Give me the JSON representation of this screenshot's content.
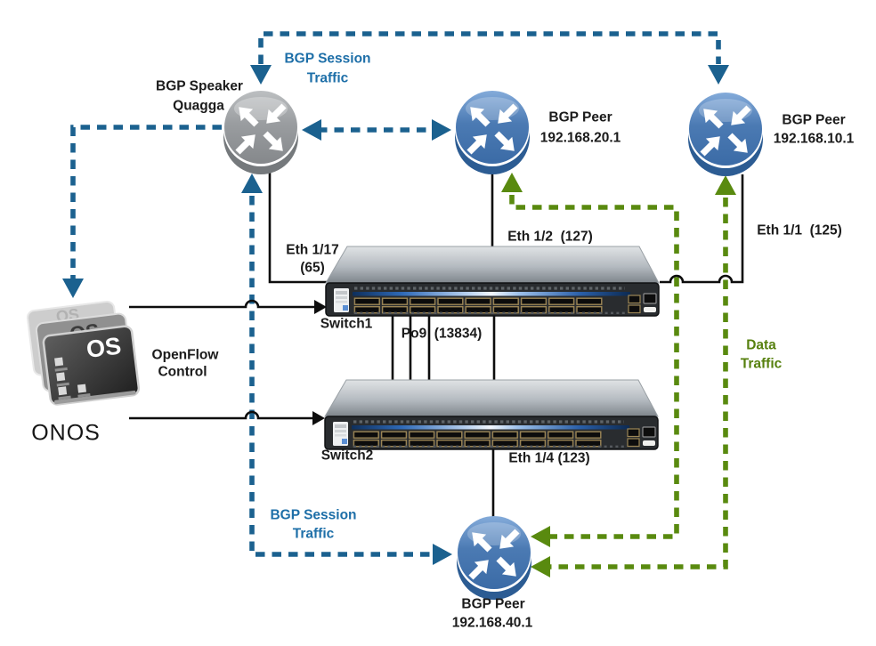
{
  "colors": {
    "bgp_session_blue": "#1b618f",
    "blue_label_text": "#1e6fa8",
    "data_traffic_green": "#598a0f",
    "green_label_text": "#56800e",
    "router_blue": "#4b7ab3",
    "router_gray": "#9a9da0",
    "switch_stripe_blue": "#3f7fd0"
  },
  "nodes": {
    "onos": {
      "label": "ONOS",
      "card_text": "OS"
    },
    "bgp_speaker": {
      "line1": "BGP Speaker",
      "line2": "Quagga"
    },
    "bgp_peer_20": {
      "line1": "BGP Peer",
      "line2": "192.168.20.1"
    },
    "bgp_peer_10": {
      "line1": "BGP Peer",
      "line2": "192.168.10.1"
    },
    "bgp_peer_40": {
      "line1": "BGP Peer",
      "line2": "192.168.40.1"
    },
    "switch1": {
      "label": "Switch1"
    },
    "switch2": {
      "label": "Switch2"
    }
  },
  "ports": {
    "eth_1_17": {
      "line1": "Eth 1/17",
      "line2": "(65)"
    },
    "eth_1_2": "Eth 1/2  (127)",
    "eth_1_1": "Eth 1/1  (125)",
    "po9": "Po9  (13834)",
    "eth_1_4": "Eth 1/4 (123)"
  },
  "flows": {
    "bgp_session_top": {
      "line1": "BGP Session",
      "line2": "Traffic"
    },
    "bgp_session_bottom": {
      "line1": "BGP Session",
      "line2": "Traffic"
    },
    "openflow": {
      "line1": "OpenFlow",
      "line2": "Control"
    },
    "data_traffic": {
      "line1": "Data",
      "line2": "Traffic"
    }
  }
}
